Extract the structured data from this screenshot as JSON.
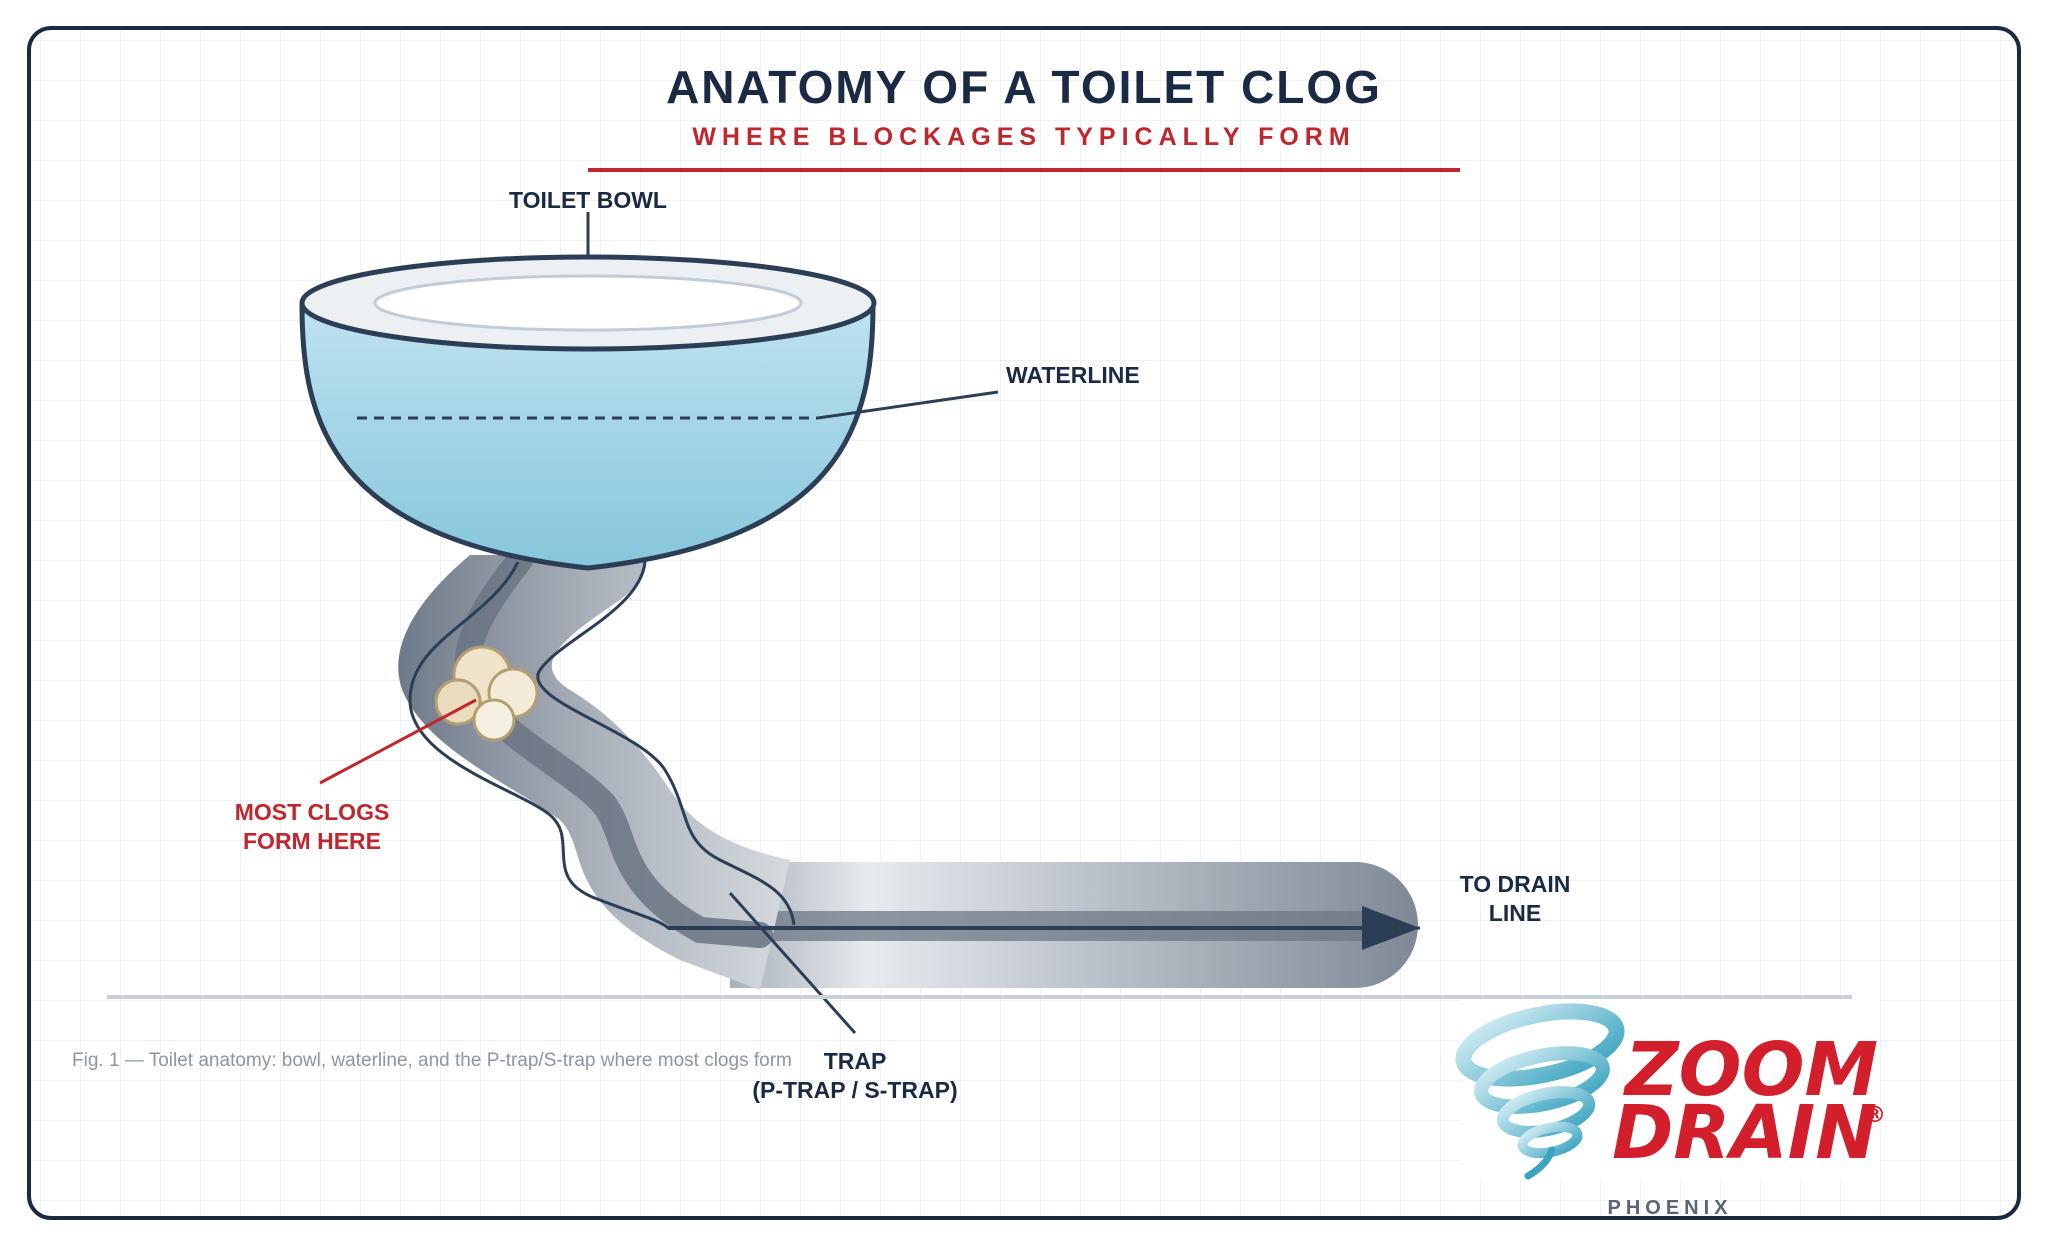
{
  "title": "ANATOMY OF A TOILET CLOG",
  "subtitle": "WHERE BLOCKAGES TYPICALLY FORM",
  "labels": {
    "toilet_bowl": "TOILET BOWL",
    "waterline": "WATERLINE",
    "clog_line1": "MOST CLOGS",
    "clog_line2": "FORM HERE",
    "drain_line1": "TO DRAIN",
    "drain_line2": "LINE",
    "trap_line1": "TRAP",
    "trap_line2": "(P-TRAP / S-TRAP)"
  },
  "caption": "Fig. 1 — Toilet anatomy: bowl, waterline, and the P-trap/S-trap where most clogs form",
  "logo": {
    "line1": "ZOOM",
    "line2": "DRAIN",
    "mark": "®",
    "location": "PHOENIX"
  },
  "colors": {
    "navy": "#1b2a44",
    "accent_red": "#c0262d",
    "water_light": "#b9dfee",
    "water_dark": "#8ccbe0",
    "pipe_gray": "#7d8794",
    "clog": "#efe3c9",
    "grid": "#e8ecf0"
  }
}
